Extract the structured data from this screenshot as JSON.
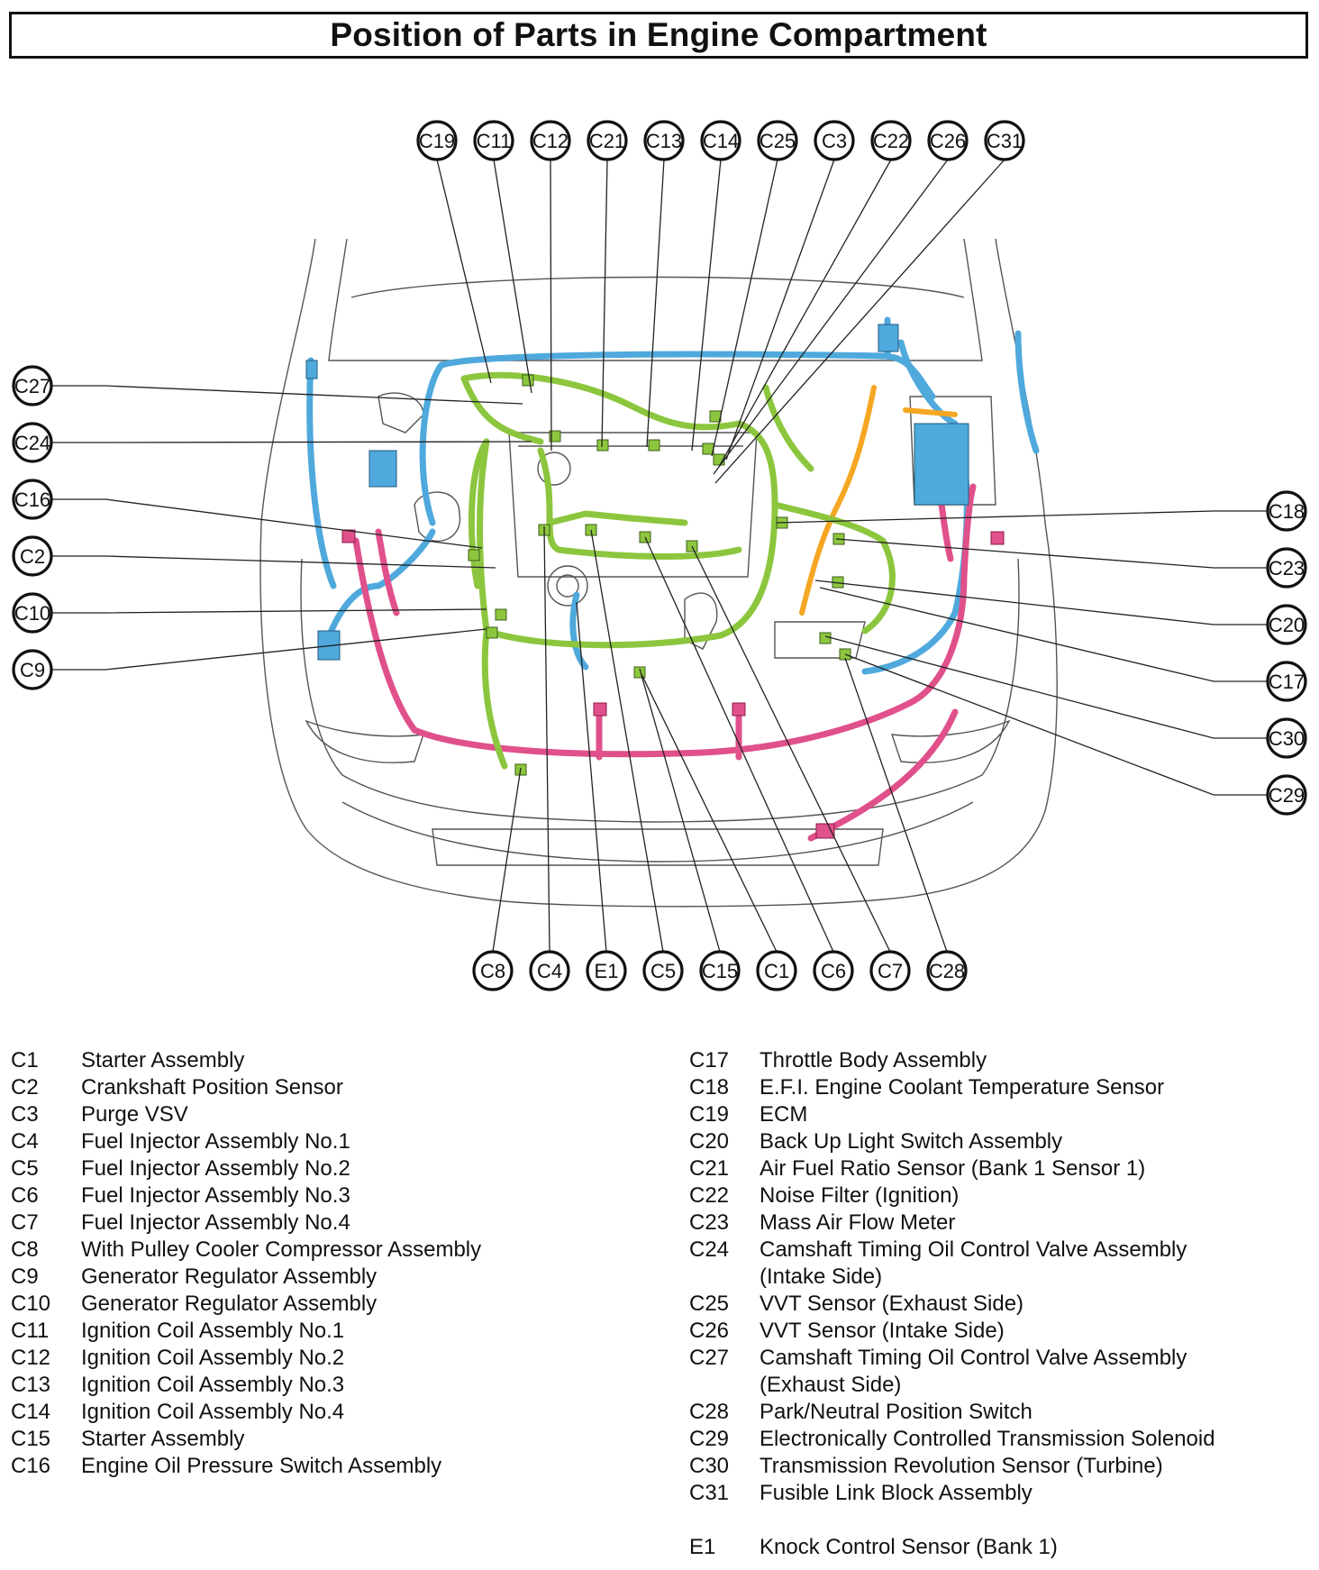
{
  "title": "Position of Parts in Engine Compartment",
  "colors": {
    "harness_green": "#8cc63e",
    "harness_blue": "#4fa9dc",
    "harness_pink": "#e0508a",
    "harness_orange": "#f5a623",
    "outline": "#444444"
  },
  "callouts": {
    "top": [
      "C19",
      "C11",
      "C12",
      "C21",
      "C13",
      "C14",
      "C25",
      "C3",
      "C22",
      "C26",
      "C31"
    ],
    "left": [
      "C27",
      "C24",
      "C16",
      "C2",
      "C10",
      "C9"
    ],
    "right": [
      "C18",
      "C23",
      "C20",
      "C17",
      "C30",
      "C29"
    ],
    "bottom": [
      "C8",
      "C4",
      "E1",
      "C5",
      "C15",
      "C1",
      "C6",
      "C7",
      "C28"
    ]
  },
  "legend_left": [
    {
      "code": "C1",
      "desc": "Starter Assembly"
    },
    {
      "code": "C2",
      "desc": "Crankshaft Position Sensor"
    },
    {
      "code": "C3",
      "desc": "Purge VSV"
    },
    {
      "code": "C4",
      "desc": "Fuel Injector Assembly No.1"
    },
    {
      "code": "C5",
      "desc": "Fuel Injector Assembly No.2"
    },
    {
      "code": "C6",
      "desc": "Fuel Injector Assembly No.3"
    },
    {
      "code": "C7",
      "desc": "Fuel Injector Assembly No.4"
    },
    {
      "code": "C8",
      "desc": "With Pulley Cooler Compressor Assembly"
    },
    {
      "code": "C9",
      "desc": "Generator Regulator Assembly"
    },
    {
      "code": "C10",
      "desc": "Generator Regulator Assembly"
    },
    {
      "code": "C11",
      "desc": "Ignition Coil Assembly No.1"
    },
    {
      "code": "C12",
      "desc": "Ignition Coil Assembly No.2"
    },
    {
      "code": "C13",
      "desc": "Ignition Coil Assembly No.3"
    },
    {
      "code": "C14",
      "desc": "Ignition Coil Assembly No.4"
    },
    {
      "code": "C15",
      "desc": "Starter Assembly"
    },
    {
      "code": "C16",
      "desc": "Engine Oil Pressure Switch Assembly"
    }
  ],
  "legend_right": [
    {
      "code": "C17",
      "desc": "Throttle Body Assembly"
    },
    {
      "code": "C18",
      "desc": "E.F.I. Engine Coolant Temperature Sensor"
    },
    {
      "code": "C19",
      "desc": "ECM"
    },
    {
      "code": "C20",
      "desc": "Back Up Light Switch Assembly"
    },
    {
      "code": "C21",
      "desc": "Air Fuel Ratio Sensor (Bank 1 Sensor 1)"
    },
    {
      "code": "C22",
      "desc": "Noise Filter (Ignition)"
    },
    {
      "code": "C23",
      "desc": "Mass Air Flow Meter"
    },
    {
      "code": "C24",
      "desc": "Camshaft Timing Oil Control Valve Assembly"
    },
    {
      "code": "",
      "desc": "(Intake Side)"
    },
    {
      "code": "C25",
      "desc": "VVT Sensor (Exhaust Side)"
    },
    {
      "code": "C26",
      "desc": "VVT Sensor (Intake Side)"
    },
    {
      "code": "C27",
      "desc": "Camshaft Timing Oil Control Valve Assembly"
    },
    {
      "code": "",
      "desc": "(Exhaust Side)"
    },
    {
      "code": "C28",
      "desc": "Park/Neutral Position Switch"
    },
    {
      "code": "C29",
      "desc": "Electronically Controlled Transmission Solenoid"
    },
    {
      "code": "C30",
      "desc": "Transmission Revolution Sensor (Turbine)"
    },
    {
      "code": "C31",
      "desc": "Fusible Link Block Assembly"
    },
    {
      "code": "",
      "desc": ""
    },
    {
      "code": "E1",
      "desc": "Knock Control Sensor (Bank 1)"
    }
  ]
}
